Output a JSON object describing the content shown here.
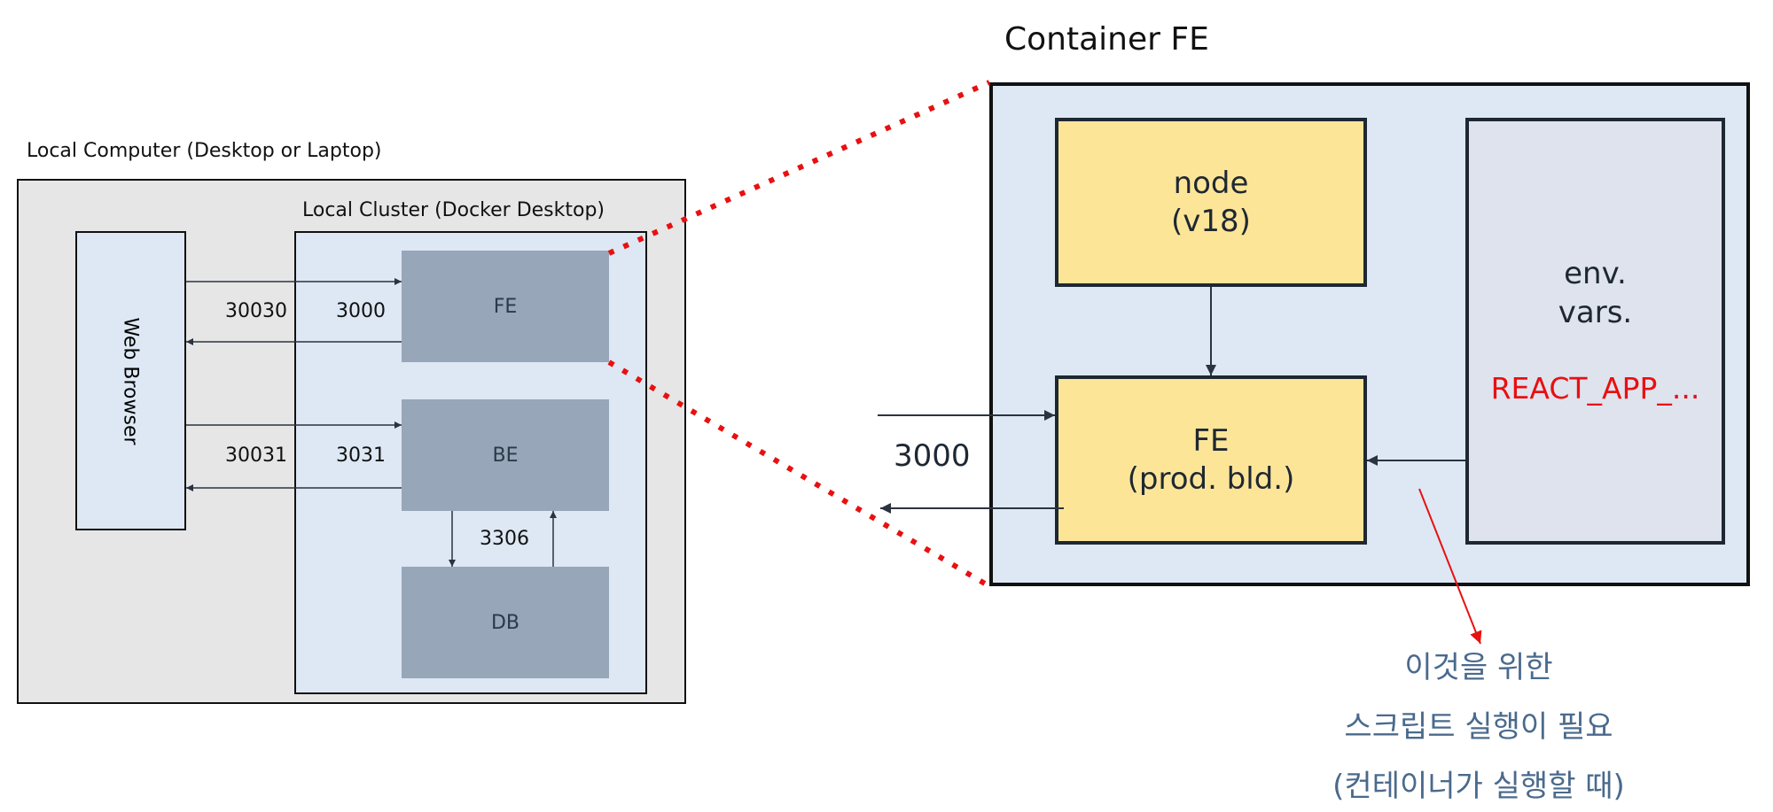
{
  "left": {
    "local_computer_label": "Local Computer (Desktop or Laptop)",
    "local_cluster_label": "Local Cluster (Docker Desktop)",
    "web_browser_label": "Web Browser",
    "fe_label": "FE",
    "be_label": "BE",
    "db_label": "DB",
    "port_fe_external": "30030",
    "port_fe_internal": "3000",
    "port_be_external": "30031",
    "port_be_internal": "3031",
    "port_db": "3306"
  },
  "right": {
    "title": "Container FE",
    "node_line1": "node",
    "node_line2": "(v18)",
    "fe_line1": "FE",
    "fe_line2": "(prod. bld.)",
    "env_line1": "env.",
    "env_line2": "vars.",
    "env_var": "REACT_APP_...",
    "port": "3000"
  },
  "note": {
    "line1": "이것을 위한",
    "line2": "스크립트 실행이 필요",
    "line3": "(컨테이너가 실행할 때)"
  },
  "colors": {
    "outer_bg": "#e6e6e6",
    "cluster_bg": "#dde8f4",
    "service_box": "#97a6b8",
    "yellow_box": "#fde598",
    "env_box": "#dfe3ee",
    "zoom_line": "#e81010",
    "accent_red": "#e81010",
    "note_text": "#4a6a8c"
  }
}
